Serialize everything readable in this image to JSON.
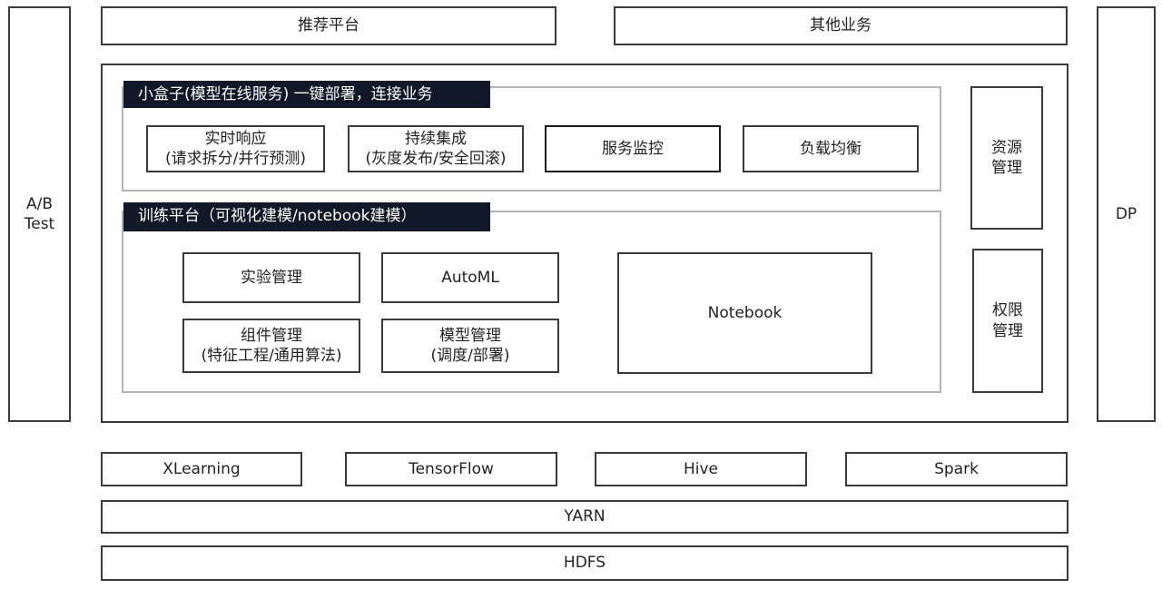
{
  "top": {
    "recommend_platform": "推荐平台",
    "other_business": "其他业务"
  },
  "left_side": {
    "line1": "A/B",
    "line2": "Test"
  },
  "right_side": {
    "label": "DP"
  },
  "serving": {
    "title": "小盒子(模型在线服务) 一键部署，连接业务",
    "items": [
      {
        "line1": "实时响应",
        "line2": "(请求拆分/并行预测)"
      },
      {
        "line1": "持续集成",
        "line2": "(灰度发布/安全回滚)"
      },
      {
        "line1": "服务监控"
      },
      {
        "line1": "负载均衡"
      }
    ]
  },
  "training": {
    "title": "训练平台（可视化建模/notebook建模）",
    "experiment": "实验管理",
    "automl": "AutoML",
    "component": {
      "line1": "组件管理",
      "line2": "(特征工程/通用算法)"
    },
    "model": {
      "line1": "模型管理",
      "line2": "(调度/部署)"
    },
    "notebook": "Notebook"
  },
  "side_boxes": {
    "resource": {
      "line1": "资源",
      "line2": "管理"
    },
    "permission": {
      "line1": "权限",
      "line2": "管理"
    }
  },
  "frameworks": [
    "XLearning",
    "TensorFlow",
    "Hive",
    "Spark"
  ],
  "yarn": "YARN",
  "hdfs": "HDFS"
}
